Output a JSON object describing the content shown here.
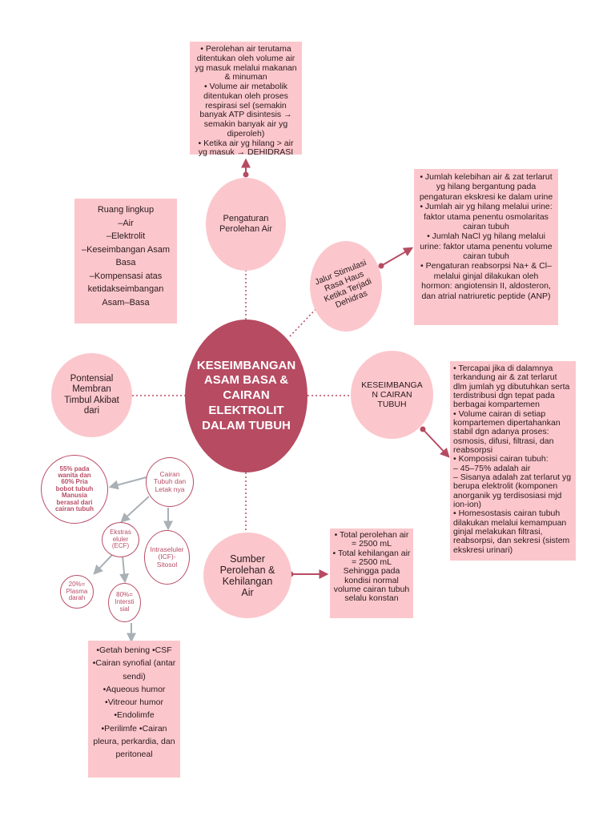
{
  "center": {
    "lines": [
      "KESEIMBANGAN",
      "ASAM BASA &",
      "CAIRAN",
      "ELEKTROLIT",
      "DALAM TUBUH"
    ]
  },
  "nodes": {
    "pengaturan": [
      "Pengaturan",
      "Perolehan Air"
    ],
    "jalur": [
      "Jalur Stimulasi",
      "Rasa Haus",
      "Ketika Terjadi",
      "Dehidras"
    ],
    "keseimbangan": [
      "KESEIMBANGA",
      "N CAIRAN",
      "TUBUH"
    ],
    "sumber": [
      "Sumber",
      "Perolehan &",
      "Kehilangan",
      "Air"
    ],
    "pontensial": [
      "Pontensial",
      "Membran",
      "Timbul Akibat",
      "dari"
    ]
  },
  "boxes": {
    "perolehan": [
      "• Perolehan air terutama ditentukan oleh volume air yg masuk melalui makanan & minuman",
      "• Volume air metabolik ditentukan oleh proses respirasi sel (semakin banyak ATP disintesis → semakin banyak air yg diperoleh)",
      "• Ketika air yg hilang > air yg masuk → DEHIDRASI"
    ],
    "ruang": [
      "Ruang lingkup",
      "–Air",
      "–Elektrolit",
      "–Keseimbangan Asam Basa",
      "–Kompensasi atas ketidakseimbangan Asam–Basa"
    ],
    "jalur_info": [
      "• Jumlah kelebihan air & zat terlarut yg hilang bergantung pada pengaturan ekskresi ke dalam urine",
      "• Jumlah air yg hilang melalui urine: faktor utama penentu osmolaritas cairan tubuh",
      "• Jumlah NaCl yg hilang melalui urine: faktor utama penentu volume cairan tubuh",
      "• Pengaturan reabsorpsi Na+ & Cl– melalui ginjal dilakukan oleh hormon: angiotensin II, aldosteron, dan atrial natriuretic peptide (ANP)"
    ],
    "keseimbangan_info": [
      "• Tercapai jika di dalamnya terkandung air & zat terlarut dlm jumlah yg dibutuhkan serta terdistribusi dgn tepat pada berbagai kompartemen",
      "• Volume cairan di setiap kompartemen dipertahankan stabil dgn adanya proses: osmosis, difusi, filtrasi, dan reabsorpsi",
      "• Komposisi cairan tubuh:",
      "– 45–75% adalah air",
      "– Sisanya adalah zat terlarut yg berupa elektrolit (komponen anorganik yg terdisosiasi mjd ion-ion)",
      "• Homesostasis cairan tubuh dilakukan melalui kemampuan ginjal melakukan filtrasi, reabsorpsi, dan sekresi (sistem ekskresi urinari)"
    ],
    "total": [
      "• Total perolehan air = 2500 mL",
      "• Total kehilangan air = 2500 mL",
      "Sehingga pada kondisi normal volume cairan tubuh selalu konstan"
    ],
    "getah": [
      "•Getah bening •CSF",
      "•Cairan synofial (antar sendi)",
      "•Aqueous humor",
      "•Vitreour humor",
      "•Endolimfe",
      "•Perilimfe •Cairan pleura, perkardia, dan peritoneal"
    ]
  },
  "small": {
    "cairan": [
      "Cairan",
      "Tubuh dan",
      "Letak nya"
    ],
    "persen": [
      "55% pada",
      "wanita dan",
      "60% Pria",
      "bobot tubuh",
      "Manusia",
      "berasal dari",
      "cairan tubuh"
    ],
    "ekstra": [
      "Ekstras",
      "eluler",
      "(ECF)"
    ],
    "intra": [
      "Intraseluler",
      "(ICF)-",
      "Sitosol"
    ],
    "plasma": [
      "20%=",
      "Plasma",
      "darah"
    ],
    "intersti": [
      "80%=",
      "Intersti",
      "sial"
    ]
  }
}
